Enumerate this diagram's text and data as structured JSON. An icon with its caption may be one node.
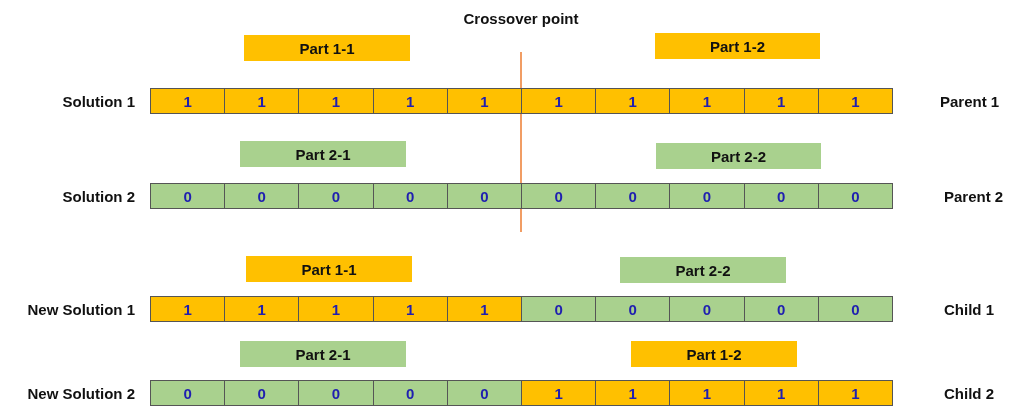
{
  "diagram": {
    "nodes": [
      {
        "text": [
          "Part 1-1"
        ]
      },
      {
        "text": [
          "Part 1-2"
        ]
      },
      {
        "text": [
          "1"
        ]
      },
      {
        "text": [
          "1"
        ]
      },
      {
        "text": [
          "1"
        ]
      },
      {
        "text": [
          "1"
        ]
      },
      {
        "text": [
          "1"
        ]
      },
      {
        "text": [
          "1"
        ]
      },
      {
        "text": [
          "1"
        ]
      },
      {
        "text": [
          "1"
        ]
      },
      {
        "text": [
          "1"
        ]
      },
      {
        "text": [
          "1"
        ]
      },
      {
        "text": [
          "Part 2-1"
        ]
      },
      {
        "text": [
          "Part 2-2"
        ]
      },
      {
        "text": [
          "0"
        ]
      },
      {
        "text": [
          "0"
        ]
      },
      {
        "text": [
          "0"
        ]
      },
      {
        "text": [
          "0"
        ]
      },
      {
        "text": [
          "0"
        ]
      },
      {
        "text": [
          "0"
        ]
      },
      {
        "text": [
          "0"
        ]
      },
      {
        "text": [
          "0"
        ]
      },
      {
        "text": [
          "0"
        ]
      },
      {
        "text": [
          "0"
        ]
      },
      {
        "text": [
          "Part 1-1"
        ]
      },
      {
        "text": [
          "Part 2-2"
        ]
      },
      {
        "text": [
          "1"
        ]
      },
      {
        "text": [
          "1"
        ]
      },
      {
        "text": [
          "1"
        ]
      },
      {
        "text": [
          "1"
        ]
      },
      {
        "text": [
          "1"
        ]
      },
      {
        "text": [
          "0"
        ]
      },
      {
        "text": [
          "0"
        ]
      },
      {
        "text": [
          "0"
        ]
      },
      {
        "text": [
          "0"
        ]
      },
      {
        "text": [
          "0"
        ]
      },
      {
        "text": [
          "Part 2-1"
        ]
      },
      {
        "text": [
          "Part 1-2"
        ]
      },
      {
        "text": [
          "0"
        ]
      },
      {
        "text": [
          "0"
        ]
      },
      {
        "text": [
          "0"
        ]
      },
      {
        "text": [
          "0"
        ]
      },
      {
        "text": [
          "0"
        ]
      },
      {
        "text": [
          "1"
        ]
      },
      {
        "text": [
          "1"
        ]
      },
      {
        "text": [
          "1"
        ]
      },
      {
        "text": [
          "1"
        ]
      },
      {
        "text": [
          "1"
        ]
      }
    ],
    "edges": [],
    "labels": [
      "Crossover point",
      "Solution 1",
      "Parent 1",
      "Solution 2",
      "Parent 2",
      "New Solution 1",
      "Child 1",
      "New Solution 2",
      "Child 2"
    ]
  }
}
